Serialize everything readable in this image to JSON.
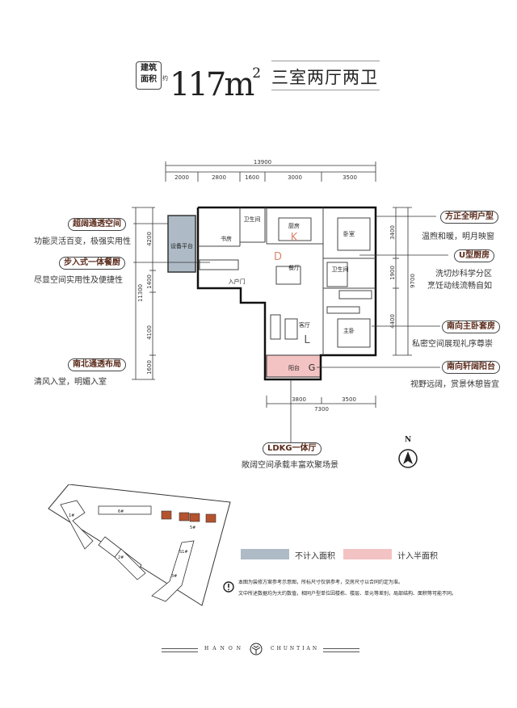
{
  "header": {
    "area_label_line1": "建筑",
    "area_label_line2": "面积",
    "approx": "约",
    "area_value": "117m",
    "area_sup": "2",
    "layout_type": "三室两厅两卫"
  },
  "dimensions": {
    "top_total": "13900",
    "top_segments": [
      "2000",
      "2800",
      "1600",
      "3000",
      "3500"
    ],
    "left_total": "11300",
    "left_segments": [
      "4200",
      "1400",
      "4100",
      "1600"
    ],
    "right_total": "9700",
    "right_segments": [
      "3400",
      "1900",
      "4400"
    ],
    "bottom_total": "7300",
    "bottom_segments": [
      "3800",
      "3500"
    ]
  },
  "rooms": {
    "equipment": "设备平台",
    "study": "书房",
    "bath1": "卫生间",
    "kitchen": "厨房",
    "kitchen_letter": "K",
    "bedroom": "卧室",
    "dining": "餐厅",
    "dining_letter": "D",
    "bath2": "卫生间",
    "entrance": "入户门",
    "living": "客厅",
    "living_letter": "L",
    "master": "主卧",
    "balcony": "阳台",
    "balcony_letter": "G"
  },
  "callouts_left": [
    {
      "title": "超阔通透空间",
      "desc": [
        "功能灵活百变，极强实用性"
      ]
    },
    {
      "title": "步入式一体餐厨",
      "desc": [
        "尽显空间实用性及便捷性"
      ]
    },
    {
      "title": "南北通透布局",
      "desc": [
        "清风入堂，明媚入室"
      ]
    }
  ],
  "callouts_right": [
    {
      "title": "方正全明户型",
      "desc": [
        "温煦和暖，明月映窗"
      ]
    },
    {
      "title": "U型厨房",
      "desc": [
        "洗切炒科学分区",
        "烹饪动线流畅自如"
      ]
    },
    {
      "title": "南向主卧套房",
      "desc": [
        "私密空间展现礼序尊崇"
      ]
    },
    {
      "title": "南向轩阔阳台",
      "desc": [
        "视野远阔，赏景休憩皆宜"
      ]
    }
  ],
  "callout_bottom": {
    "title": "LDKG一体厅",
    "desc": "敞阔空间承载丰富欢聚场景"
  },
  "compass": "N",
  "site_map": {
    "buildings": [
      "1#",
      "6#",
      "5#",
      "2#",
      "S1#",
      "3#"
    ]
  },
  "legend": [
    {
      "label": "不计入面积",
      "color": "#aebbc6"
    },
    {
      "label": "计入半面积",
      "color": "#f3c3c3"
    }
  ],
  "disclaimer": [
    "本图为装修方案参考示意图，所标尺寸仅供参考，交房尺寸以合同约定为准。",
    "文中所述数据均为大约数值，相同户型单位因楼栋、楼层、单元等差别，局部结构、面积等可能不同。"
  ],
  "footer": {
    "left": "HANON",
    "right": "CHUNTIAN"
  },
  "colors": {
    "gray_area": "#aebbc6",
    "pink_area": "#f3c3c3",
    "accent": "#5a2a1a",
    "highlight_building": "#b5532e"
  }
}
